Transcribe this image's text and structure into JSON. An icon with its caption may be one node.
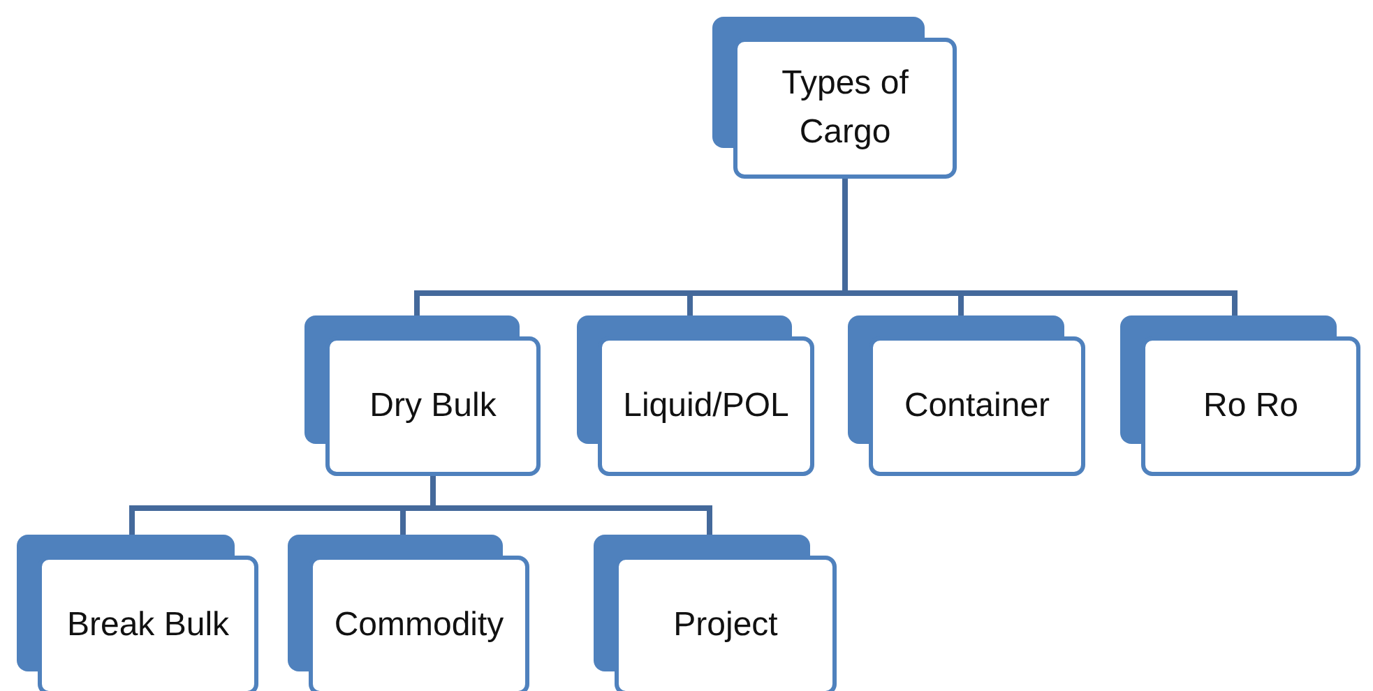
{
  "diagram": {
    "nodes": [
      {
        "text": [
          "Types of Cargo"
        ]
      },
      {
        "text": [
          "Dry Bulk"
        ]
      },
      {
        "text": [
          "Liquid/POL"
        ]
      },
      {
        "text": [
          "Container"
        ]
      },
      {
        "text": [
          "Ro Ro"
        ]
      },
      {
        "text": [
          "Break Bulk"
        ]
      },
      {
        "text": [
          "Commodity"
        ]
      },
      {
        "text": [
          "Project"
        ]
      }
    ],
    "edges": [
      {
        "from": 0,
        "to": 1,
        "arrow": "none"
      },
      {
        "from": 0,
        "to": 2,
        "arrow": "none"
      },
      {
        "from": 0,
        "to": 3,
        "arrow": "none"
      },
      {
        "from": 0,
        "to": 4,
        "arrow": "none"
      },
      {
        "from": 1,
        "to": 5,
        "arrow": "none"
      },
      {
        "from": 1,
        "to": 6,
        "arrow": "none"
      },
      {
        "from": 1,
        "to": 7,
        "arrow": "none"
      }
    ]
  }
}
